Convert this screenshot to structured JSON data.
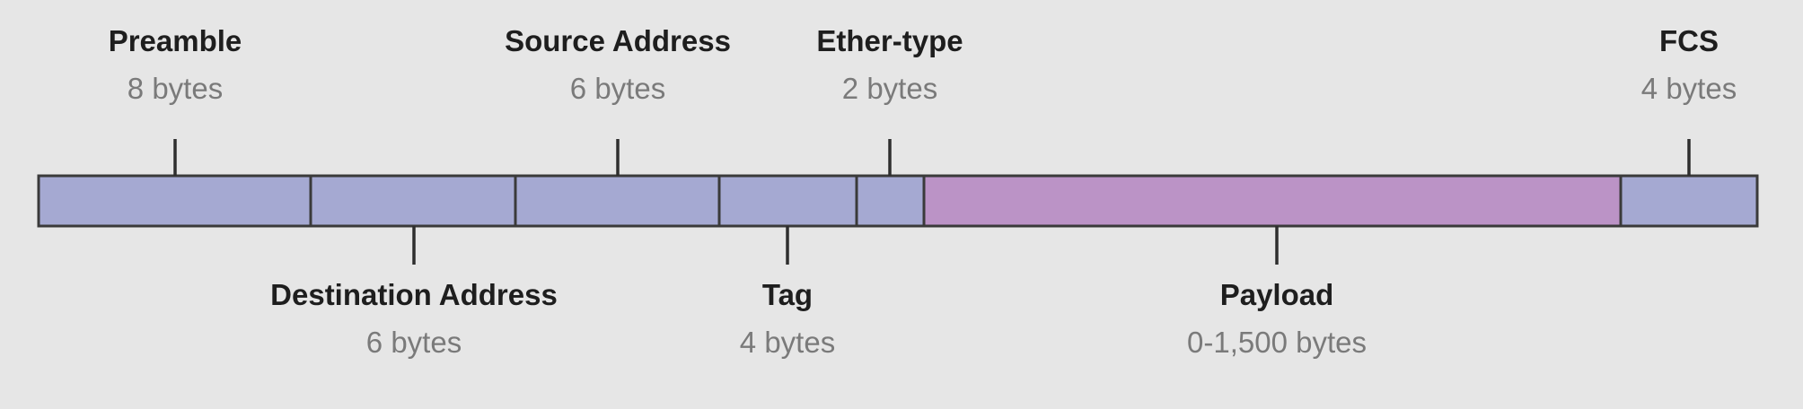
{
  "colors": {
    "background": "#e6e6e6",
    "header_field": "#a5a9d2",
    "payload_field": "#bb93c6",
    "border": "#3a3a3a",
    "name_text": "#1e1e1e",
    "size_text": "#7a7a7a"
  },
  "fields": [
    {
      "name": "Preamble",
      "size": "8 bytes",
      "label_position": "above"
    },
    {
      "name": "Destination Address",
      "size": "6 bytes",
      "label_position": "below"
    },
    {
      "name": "Source Address",
      "size": "6 bytes",
      "label_position": "above"
    },
    {
      "name": "Tag",
      "size": "4 bytes",
      "label_position": "below"
    },
    {
      "name": "Ether-type",
      "size": "2 bytes",
      "label_position": "above"
    },
    {
      "name": "Payload",
      "size": "0-1,500 bytes",
      "label_position": "below"
    },
    {
      "name": "FCS",
      "size": "4 bytes",
      "label_position": "above"
    }
  ]
}
